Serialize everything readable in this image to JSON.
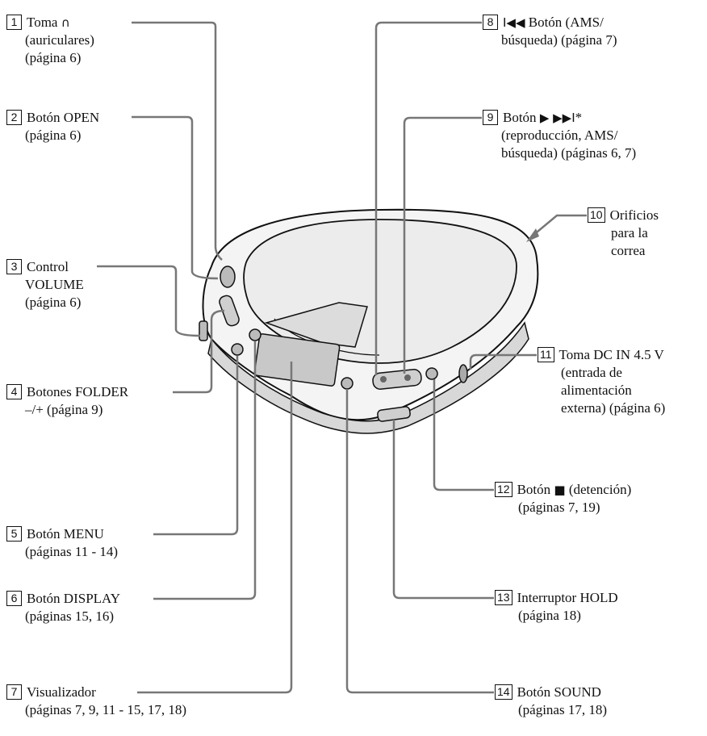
{
  "callouts": [
    {
      "num": "1",
      "lines": [
        "Toma",
        "(auriculares)",
        "(página 6)"
      ],
      "icon": "headphones-icon",
      "glyph": "∩"
    },
    {
      "num": "2",
      "lines": [
        "Botón OPEN",
        "(página 6)"
      ]
    },
    {
      "num": "3",
      "lines": [
        "Control",
        "VOLUME",
        "(página 6)"
      ]
    },
    {
      "num": "4",
      "lines": [
        "Botones FOLDER",
        "–/+ (página 9)"
      ]
    },
    {
      "num": "5",
      "lines": [
        "Botón MENU",
        "(páginas 11 - 14)"
      ]
    },
    {
      "num": "6",
      "lines": [
        "Botón DISPLAY",
        "(páginas 15, 16)"
      ]
    },
    {
      "num": "7",
      "lines": [
        "Visualizador",
        "(páginas 7, 9, 11 - 15, 17, 18)"
      ]
    },
    {
      "num": "8",
      "lines": [
        "Botón (AMS/",
        "búsqueda) (página 7)"
      ],
      "icon": "previous-track-icon",
      "glyph": "I◀◀"
    },
    {
      "num": "9",
      "lines": [
        "Botón",
        "(reproducción, AMS/",
        "búsqueda) (páginas 6, 7)"
      ],
      "icon": "play-next-icon",
      "glyph": "▶ ▶▶I",
      "suffix": "*"
    },
    {
      "num": "10",
      "lines": [
        "Orificios",
        "para la",
        "correa"
      ]
    },
    {
      "num": "11",
      "lines": [
        "Toma DC IN 4.5 V",
        "(entrada de",
        "alimentación",
        "externa) (página 6)"
      ]
    },
    {
      "num": "12",
      "lines": [
        "Botón",
        "(detención)",
        "(páginas 7, 19)"
      ],
      "icon": "stop-icon",
      "glyph": "■"
    },
    {
      "num": "13",
      "lines": [
        "Interruptor HOLD",
        "(página 18)"
      ]
    },
    {
      "num": "14",
      "lines": [
        "Botón SOUND",
        "(páginas 17, 18)"
      ]
    }
  ],
  "colors": {
    "leader": "#777777",
    "device_fill": "#e6e6e6",
    "device_stroke": "#111111",
    "text": "#111111"
  }
}
